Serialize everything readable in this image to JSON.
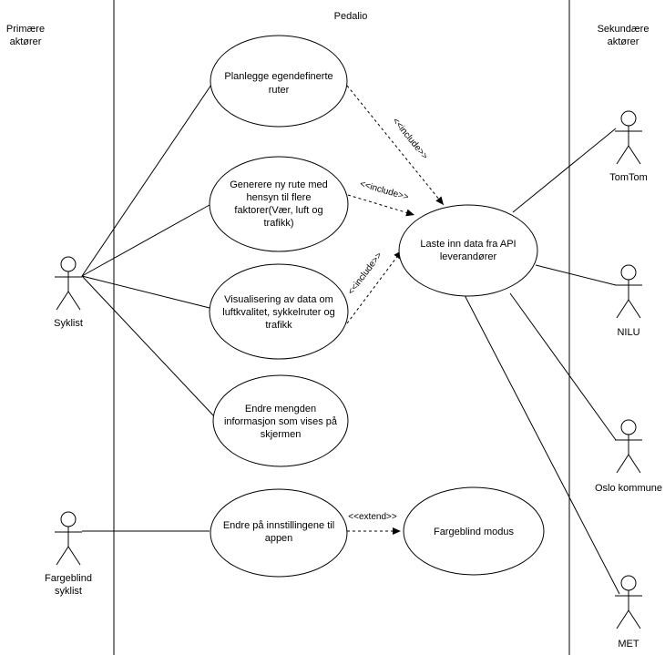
{
  "system": {
    "title": "Pedalio"
  },
  "columns": {
    "primary_line1": "Primære",
    "primary_line2": "aktører",
    "secondary_line1": "Sekundære",
    "secondary_line2": "aktører"
  },
  "actors": {
    "syklist": "Syklist",
    "fargeblind_line1": "Fargeblind",
    "fargeblind_line2": "syklist",
    "tomtom": "TomTom",
    "nilu": "NILU",
    "oslo": "Oslo kommune",
    "met": "MET"
  },
  "usecases": {
    "planlegge": [
      "Planlegge egendefinerte",
      "ruter"
    ],
    "generere": [
      "Generere ny rute med",
      "hensyn til flere",
      "faktorer(Vær, luft og",
      "trafikk)"
    ],
    "visualisering": [
      "Visualisering av data om",
      "luftkvalitet, sykkelruter og",
      "trafikk"
    ],
    "endre_mengden": [
      "Endre mengden",
      "informasjon som vises på",
      "skjermen"
    ],
    "laste": [
      "Laste inn data fra API",
      "leverandører"
    ],
    "innstillinger": [
      "Endre på innstillingene til",
      "appen"
    ],
    "fargeblind_modus": [
      "Fargeblind modus"
    ]
  },
  "relations": {
    "include1": "<<include>>",
    "include2": "<<include>>",
    "include3": "<<include>>",
    "extend": "<<extend>>"
  }
}
